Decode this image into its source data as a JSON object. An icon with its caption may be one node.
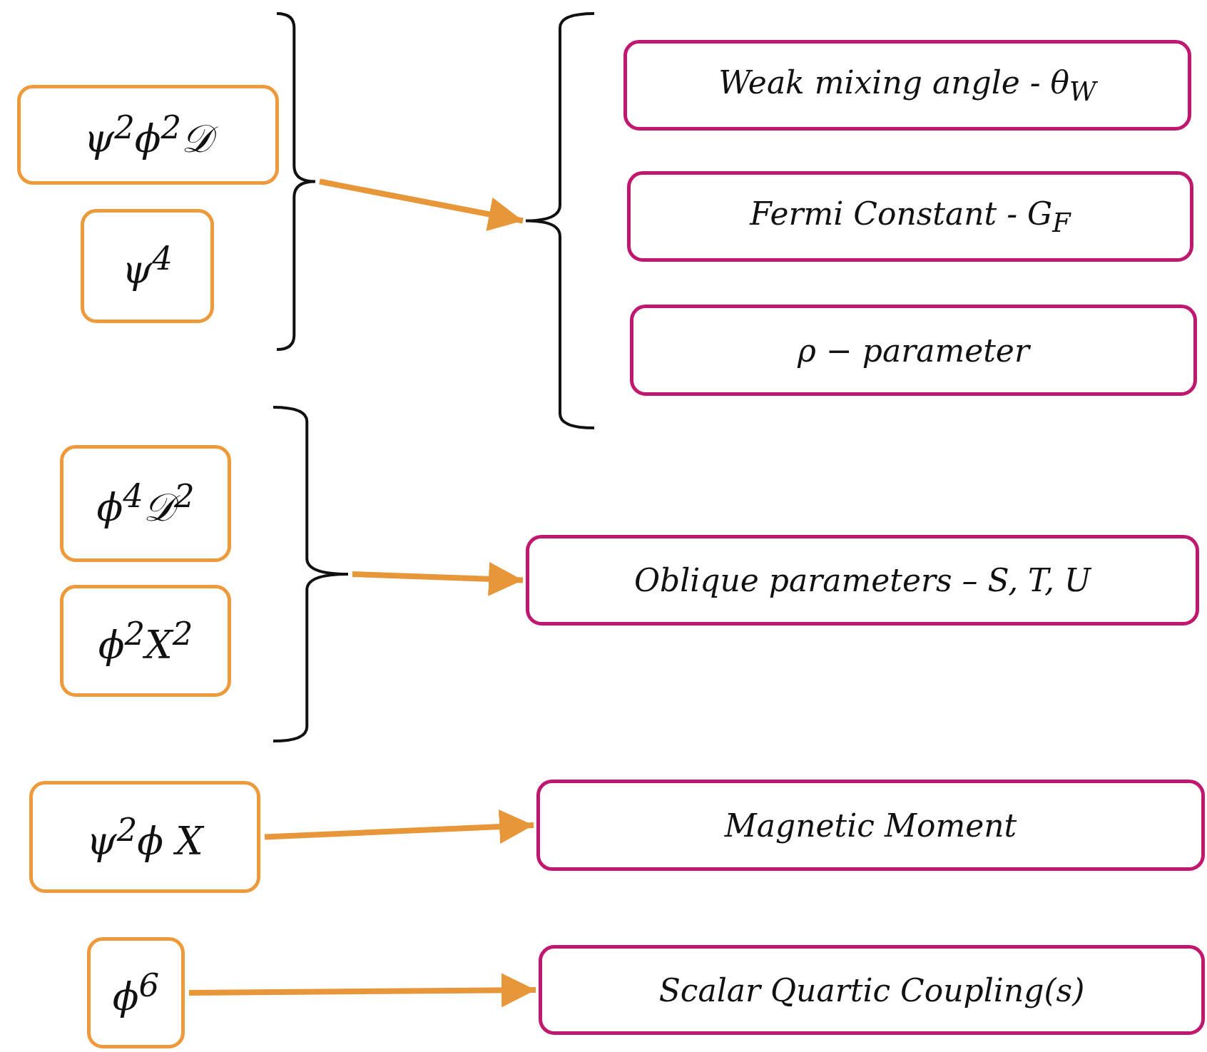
{
  "diagram": {
    "nodes": [
      {
        "text": [
          "ψ$^{2}$ϕ$^{2}$𝒟"
        ]
      },
      {
        "text": [
          "ψ$^{4}$"
        ]
      },
      {
        "text": [],
        "shape": "bracket"
      },
      {
        "text": [],
        "shape": "bracket"
      },
      {
        "text": [
          "Weak mixing angle - θ$_{W}$"
        ]
      },
      {
        "text": [
          "Fermi Constant - G$_{F}$"
        ]
      },
      {
        "text": [
          "ρ  − parameter"
        ]
      },
      {
        "text": [
          "ϕ$^{4}$𝒟$^{2}$"
        ]
      },
      {
        "text": [
          "ϕ$^{2}$X$^{2}$"
        ]
      },
      {
        "text": [],
        "shape": "bracket"
      },
      {
        "text": [
          "Oblique parameters – S, T, U"
        ]
      },
      {
        "text": [
          "ψ$^{2}$ϕ X"
        ]
      },
      {
        "text": [
          "Magnetic Moment"
        ]
      },
      {
        "text": [
          "ϕ$^{6}$"
        ]
      },
      {
        "text": [
          "Scalar Quartic Coupling(s)"
        ]
      }
    ],
    "edges": [
      {
        "from": 2,
        "to": 3,
        "arrow": "to"
      },
      {
        "from": 9,
        "to": 10,
        "arrow": "to"
      },
      {
        "from": 11,
        "to": 12,
        "arrow": "to"
      },
      {
        "from": 13,
        "to": 14,
        "arrow": "to"
      }
    ]
  }
}
